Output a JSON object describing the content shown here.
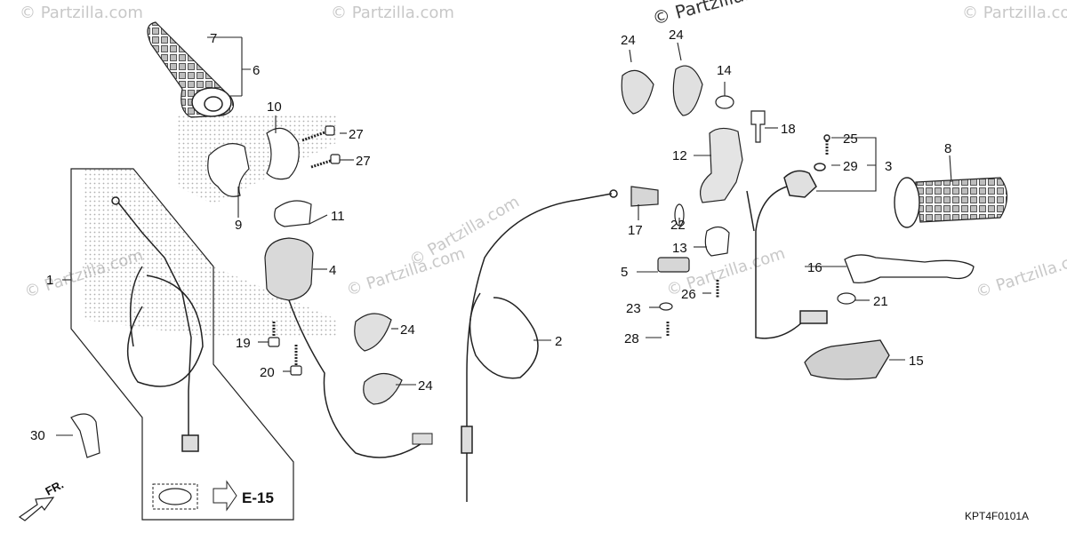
{
  "diagram": {
    "code": "KPT4F0101A",
    "direction_label": "FR.",
    "reference_label": "E-15",
    "watermark": "© Partzilla.com",
    "callouts": [
      {
        "id": "p1",
        "label": "1"
      },
      {
        "id": "p2",
        "label": "2"
      },
      {
        "id": "p3",
        "label": "3"
      },
      {
        "id": "p4",
        "label": "4"
      },
      {
        "id": "p5",
        "label": "5"
      },
      {
        "id": "p6",
        "label": "6"
      },
      {
        "id": "p7",
        "label": "7"
      },
      {
        "id": "p8",
        "label": "8"
      },
      {
        "id": "p9",
        "label": "9"
      },
      {
        "id": "p10",
        "label": "10"
      },
      {
        "id": "p11",
        "label": "11"
      },
      {
        "id": "p12",
        "label": "12"
      },
      {
        "id": "p13",
        "label": "13"
      },
      {
        "id": "p14",
        "label": "14"
      },
      {
        "id": "p15",
        "label": "15"
      },
      {
        "id": "p16",
        "label": "16"
      },
      {
        "id": "p17",
        "label": "17"
      },
      {
        "id": "p18",
        "label": "18"
      },
      {
        "id": "p19",
        "label": "19"
      },
      {
        "id": "p20",
        "label": "20"
      },
      {
        "id": "p21",
        "label": "21"
      },
      {
        "id": "p22",
        "label": "22"
      },
      {
        "id": "p23",
        "label": "23"
      },
      {
        "id": "p24a",
        "label": "24"
      },
      {
        "id": "p24b",
        "label": "24"
      },
      {
        "id": "p24c",
        "label": "24"
      },
      {
        "id": "p24d",
        "label": "24"
      },
      {
        "id": "p25",
        "label": "25"
      },
      {
        "id": "p26",
        "label": "26"
      },
      {
        "id": "p27a",
        "label": "27"
      },
      {
        "id": "p27b",
        "label": "27"
      },
      {
        "id": "p28",
        "label": "28"
      },
      {
        "id": "p29",
        "label": "29"
      },
      {
        "id": "p30",
        "label": "30"
      }
    ]
  }
}
